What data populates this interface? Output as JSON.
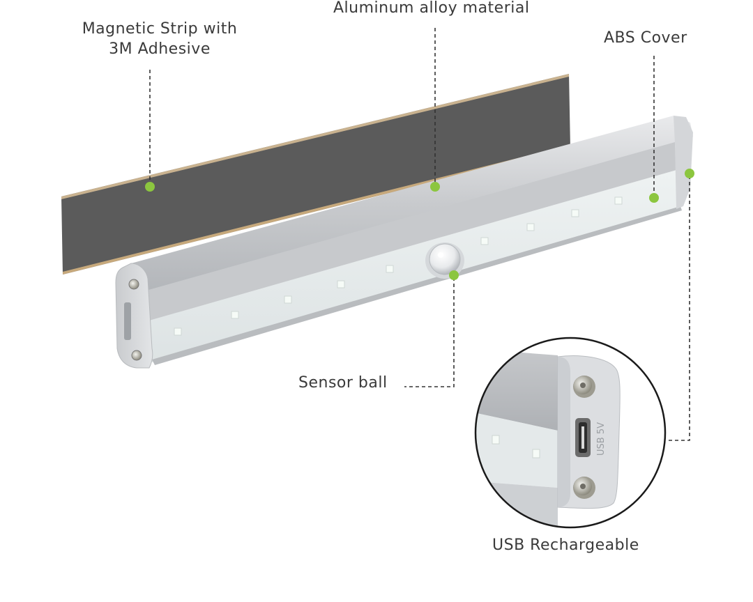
{
  "labels": {
    "magnetic_strip": "Magnetic Strip with 3M Adhesive",
    "aluminum": "Aluminum alloy material",
    "abs_cover": "ABS Cover",
    "sensor_ball": "Sensor ball",
    "usb_rechargeable": "USB Rechargeable"
  },
  "inset": {
    "port_text": "USB 5V"
  },
  "colors": {
    "marker": "#8cc63f",
    "strip": "#5b5b5b",
    "aluminum": "#c9cbce",
    "diffuser": "#e6ebec",
    "leader": "#333333",
    "text": "#3a3a3a"
  },
  "icons": [
    "screw-icon",
    "micro-usb-port-icon",
    "pir-sensor-icon",
    "led-chip-icon"
  ]
}
